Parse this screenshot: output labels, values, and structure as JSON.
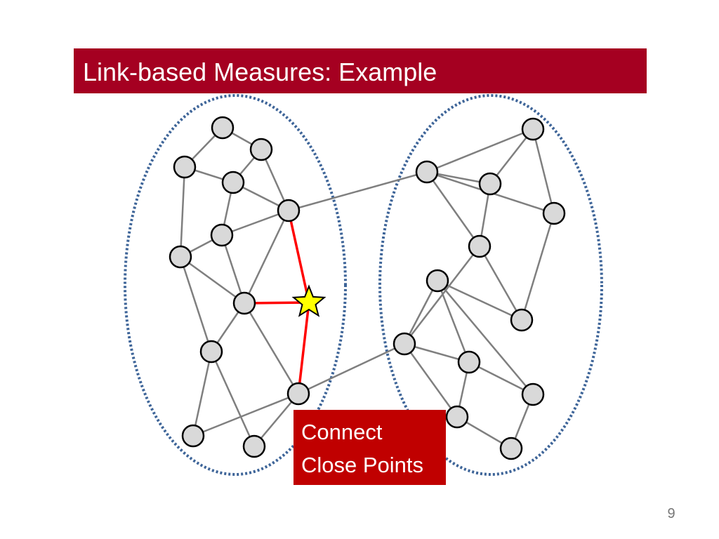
{
  "slide": {
    "title": "Link-based Measures: Example",
    "callout_lines": [
      "Connect",
      "Close Points"
    ],
    "page_number": "9"
  },
  "colors": {
    "title_bar": "#a50021",
    "callout_box": "#c00000",
    "cluster_outline": "#3d6498",
    "edge": "#7f7f7f",
    "highlight_edge": "#ff0000",
    "node_fill": "#d9d9d9",
    "star_fill": "#ffff00"
  },
  "graph": {
    "clusters": [
      "left-cluster",
      "right-cluster"
    ],
    "nodes": [
      "n1",
      "n2",
      "n3",
      "n4",
      "n5",
      "n6",
      "n7",
      "n8",
      "n9",
      "n10",
      "n11",
      "n12",
      "n13",
      "n14",
      "r1",
      "r2",
      "r3",
      "r4",
      "r5",
      "r6",
      "r7",
      "r8",
      "r9",
      "r10",
      "r11",
      "r12"
    ],
    "star_node": "star-node",
    "edges": [
      [
        "n1",
        "n2"
      ],
      [
        "n1",
        "n3"
      ],
      [
        "n2",
        "n4"
      ],
      [
        "n2",
        "n5"
      ],
      [
        "n3",
        "n4"
      ],
      [
        "n3",
        "n7"
      ],
      [
        "n4",
        "n6"
      ],
      [
        "n4",
        "n5"
      ],
      [
        "n6",
        "n7"
      ],
      [
        "n6",
        "n9"
      ],
      [
        "n5",
        "n6"
      ],
      [
        "n5",
        "n9"
      ],
      [
        "n7",
        "n9"
      ],
      [
        "n7",
        "n10"
      ],
      [
        "n9",
        "n10"
      ],
      [
        "n9",
        "n11"
      ],
      [
        "n10",
        "n12"
      ],
      [
        "n10",
        "n13"
      ],
      [
        "n11",
        "n13"
      ],
      [
        "n11",
        "n12"
      ],
      [
        "n12",
        "n14"
      ],
      [
        "n13",
        "n14"
      ],
      [
        "n5",
        "r2"
      ],
      [
        "n11",
        "r6"
      ],
      [
        "r2",
        "r1"
      ],
      [
        "r2",
        "r3"
      ],
      [
        "r2",
        "r4"
      ],
      [
        "r2",
        "r5"
      ],
      [
        "r1",
        "r3"
      ],
      [
        "r1",
        "r4"
      ],
      [
        "r3",
        "r5"
      ],
      [
        "r4",
        "r8"
      ],
      [
        "r5",
        "r6"
      ],
      [
        "r5",
        "r8"
      ],
      [
        "r6",
        "r7"
      ],
      [
        "r6",
        "r9"
      ],
      [
        "r6",
        "r11"
      ],
      [
        "r7",
        "r8"
      ],
      [
        "r7",
        "r9"
      ],
      [
        "r7",
        "r10"
      ],
      [
        "r9",
        "r10"
      ],
      [
        "r9",
        "r11"
      ],
      [
        "r10",
        "r12"
      ],
      [
        "r11",
        "r12"
      ]
    ],
    "highlight_edges": [
      [
        "n5",
        "star"
      ],
      [
        "n9",
        "star"
      ],
      [
        "n11",
        "star"
      ]
    ]
  }
}
